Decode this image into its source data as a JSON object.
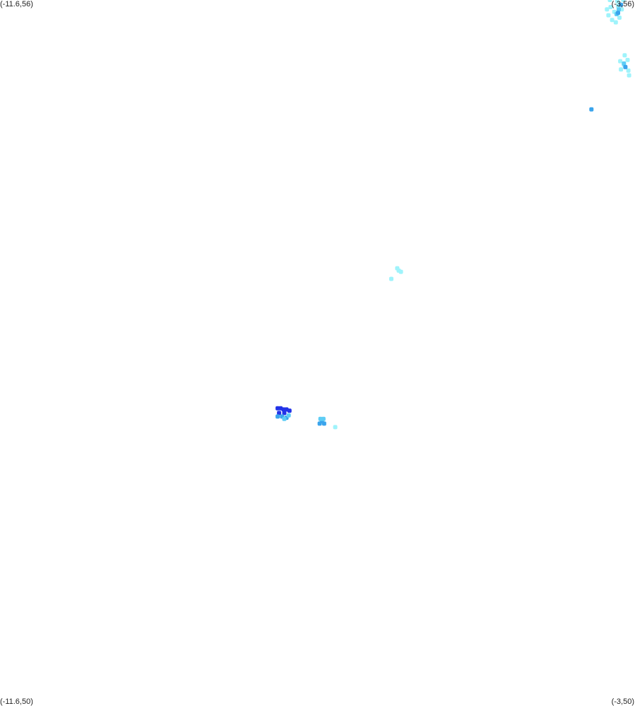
{
  "map": {
    "corners": {
      "top_left": "(-11.6,56)",
      "top_right": "(-3,56)",
      "bottom_left": "(-11.6,50)",
      "bottom_right": "(-3,50)"
    },
    "extent": {
      "lon_min": -11.6,
      "lon_max": -3,
      "lat_min": 50,
      "lat_max": 56
    },
    "density_colors": {
      "low": "#9ff3fb",
      "medium": "#5ecdf5",
      "high": "#3aa4ec",
      "very_high": "#2233e8"
    },
    "clusters": [
      {
        "name": "north-east-cluster-a",
        "lon": -3.28,
        "lat": 55.9,
        "spread": 0.11,
        "cells": [
          {
            "dlon": 0,
            "dlat": 0,
            "level": "low"
          },
          {
            "dlon": -0.05,
            "dlat": 0.04,
            "level": "low"
          },
          {
            "dlon": 0.05,
            "dlat": 0.05,
            "level": "low"
          },
          {
            "dlon": -0.08,
            "dlat": -0.03,
            "level": "low"
          },
          {
            "dlon": 0.07,
            "dlat": -0.05,
            "level": "low"
          },
          {
            "dlon": 0.02,
            "dlat": -0.09,
            "level": "low"
          },
          {
            "dlon": -0.03,
            "dlat": -0.07,
            "level": "low"
          },
          {
            "dlon": 0.1,
            "dlat": 0.02,
            "level": "low"
          },
          {
            "dlon": -0.1,
            "dlat": 0.02,
            "level": "low"
          },
          {
            "dlon": 0.04,
            "dlat": 0.09,
            "level": "low"
          },
          {
            "dlon": -0.06,
            "dlat": 0.1,
            "level": "low"
          },
          {
            "dlon": 0.12,
            "dlat": 0.1,
            "level": "low"
          },
          {
            "dlon": 0.03,
            "dlat": -0.02,
            "level": "medium"
          },
          {
            "dlon": 0.06,
            "dlat": 0.02,
            "level": "medium"
          },
          {
            "dlon": 0.09,
            "dlat": 0.06,
            "level": "high"
          },
          {
            "dlon": 0.05,
            "dlat": -0.01,
            "level": "high"
          }
        ]
      },
      {
        "name": "north-east-cluster-b",
        "lon": -3.15,
        "lat": 55.45,
        "spread": 0.08,
        "cells": [
          {
            "dlon": 0,
            "dlat": 0,
            "level": "low"
          },
          {
            "dlon": -0.05,
            "dlat": 0.03,
            "level": "low"
          },
          {
            "dlon": 0.05,
            "dlat": 0.04,
            "level": "low"
          },
          {
            "dlon": -0.04,
            "dlat": -0.04,
            "level": "low"
          },
          {
            "dlon": 0.06,
            "dlat": -0.05,
            "level": "low"
          },
          {
            "dlon": 0.01,
            "dlat": 0.08,
            "level": "low"
          },
          {
            "dlon": 0.07,
            "dlat": -0.09,
            "level": "low"
          },
          {
            "dlon": 0.0,
            "dlat": 0.01,
            "level": "medium"
          },
          {
            "dlon": 0.02,
            "dlat": -0.02,
            "level": "high"
          }
        ]
      },
      {
        "name": "single-point-east",
        "lon": -3.59,
        "lat": 55.07,
        "spread": 0,
        "cells": [
          {
            "dlon": 0,
            "dlat": 0,
            "level": "high"
          }
        ]
      },
      {
        "name": "central-cluster",
        "lon": -6.2,
        "lat": 53.7,
        "spread": 0.05,
        "cells": [
          {
            "dlon": 0,
            "dlat": 0,
            "level": "low"
          },
          {
            "dlon": 0.03,
            "dlat": -0.01,
            "level": "low"
          },
          {
            "dlon": -0.02,
            "dlat": 0.02,
            "level": "low"
          },
          {
            "dlon": -0.1,
            "dlat": -0.07,
            "level": "low"
          }
        ]
      },
      {
        "name": "south-cluster-dense",
        "lon": -7.75,
        "lat": 52.5,
        "spread": 0.09,
        "cells": [
          {
            "dlon": -0.09,
            "dlat": 0.03,
            "level": "very_high"
          },
          {
            "dlon": -0.05,
            "dlat": 0.03,
            "level": "very_high"
          },
          {
            "dlon": -0.01,
            "dlat": 0.02,
            "level": "very_high"
          },
          {
            "dlon": 0.03,
            "dlat": 0.02,
            "level": "very_high"
          },
          {
            "dlon": 0.07,
            "dlat": 0.01,
            "level": "very_high"
          },
          {
            "dlon": -0.07,
            "dlat": -0.01,
            "level": "very_high"
          },
          {
            "dlon": 0.0,
            "dlat": -0.01,
            "level": "very_high"
          },
          {
            "dlon": -0.09,
            "dlat": -0.04,
            "level": "high"
          },
          {
            "dlon": -0.03,
            "dlat": -0.04,
            "level": "high"
          },
          {
            "dlon": 0.03,
            "dlat": -0.05,
            "level": "high"
          },
          {
            "dlon": 0.06,
            "dlat": -0.03,
            "level": "medium"
          },
          {
            "dlon": 0.0,
            "dlat": -0.06,
            "level": "medium"
          }
        ]
      },
      {
        "name": "south-cluster-small",
        "lon": -7.24,
        "lat": 52.42,
        "spread": 0.05,
        "cells": [
          {
            "dlon": 0,
            "dlat": 0,
            "level": "high"
          },
          {
            "dlon": -0.03,
            "dlat": -0.02,
            "level": "high"
          },
          {
            "dlon": 0.02,
            "dlat": 0.02,
            "level": "medium"
          },
          {
            "dlon": 0.03,
            "dlat": -0.02,
            "level": "high"
          },
          {
            "dlon": -0.02,
            "dlat": 0.02,
            "level": "medium"
          },
          {
            "dlon": 0.18,
            "dlat": -0.05,
            "level": "low"
          }
        ]
      }
    ]
  }
}
